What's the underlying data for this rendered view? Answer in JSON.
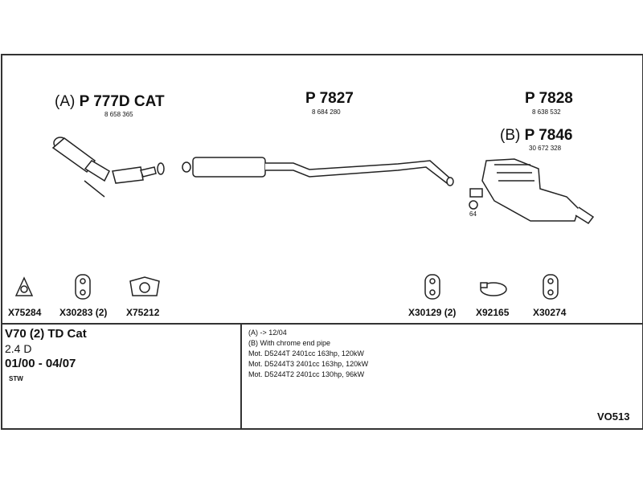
{
  "parts": [
    {
      "prefix": "(A)",
      "code": "P 777D CAT",
      "oe": "8 658 365"
    },
    {
      "code": "P 7827",
      "oe": "8 684 280"
    },
    {
      "code": "P 7828",
      "oe": "8 638 532"
    },
    {
      "prefix": "(B)",
      "code": "P 7846",
      "oe": "30 672 328"
    }
  ],
  "clamp_label": "64",
  "accessories": [
    {
      "code": "X75284"
    },
    {
      "code": "X30283 (2)"
    },
    {
      "code": "X75212"
    },
    {
      "code": "X30129 (2)"
    },
    {
      "code": "X92165"
    },
    {
      "code": "X30274"
    }
  ],
  "vehicle": {
    "model": "V70 (2) TD Cat",
    "engine": "2.4 D",
    "years": "01/00 - 04/07",
    "body": "STW"
  },
  "notes": [
    "(A) -> 12/04",
    "(B) With chrome end pipe",
    "Mot. D5244T 2401cc 163hp, 120kW",
    "Mot. D5244T3 2401cc 163hp, 120kW",
    "Mot. D5244T2 2401cc 130hp, 96kW"
  ],
  "diagram_code": "VO513"
}
